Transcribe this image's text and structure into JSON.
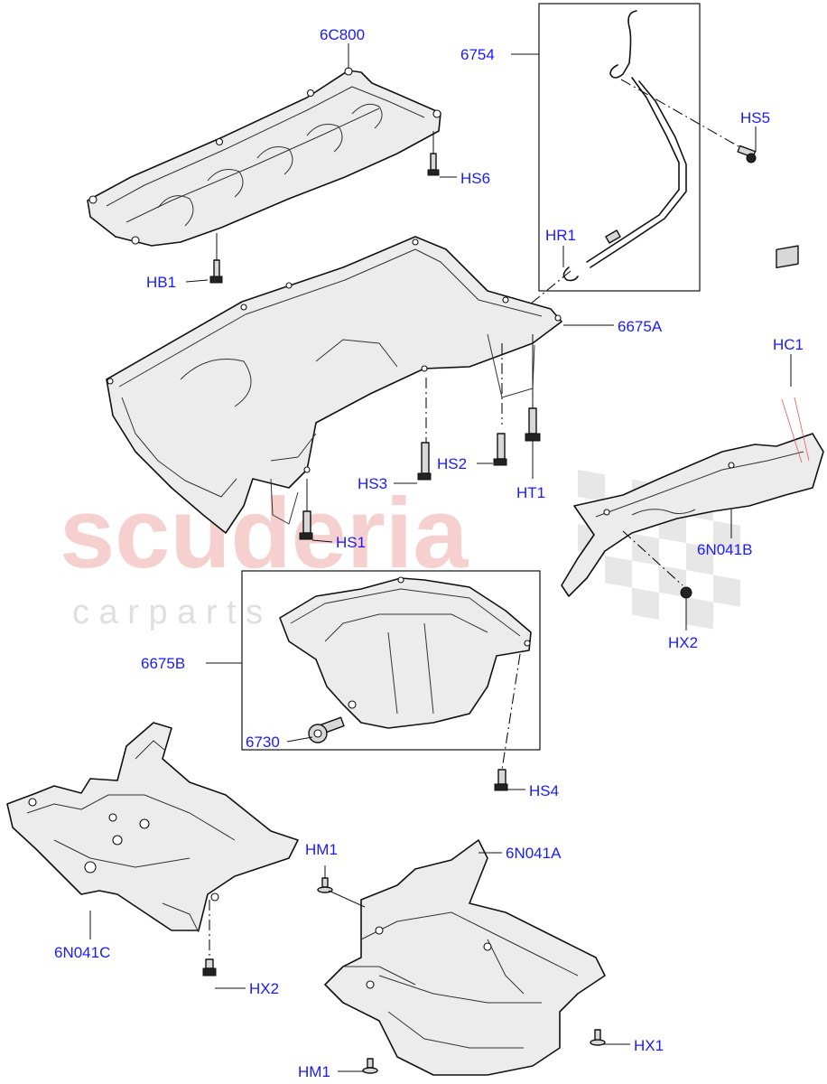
{
  "watermark": {
    "line1": "scuderia",
    "line2": "c a r   p a r t s",
    "color": "#f2b8b8"
  },
  "label_color": "#1a1aff",
  "labels": {
    "l6C800": "6C800",
    "l6754": "6754",
    "lHS5": "HS5",
    "lHS6": "HS6",
    "lHR1": "HR1",
    "lHB1": "HB1",
    "l6675A": "6675A",
    "lHC1": "HC1",
    "lHS2": "HS2",
    "lHS3": "HS3",
    "lHT1": "HT1",
    "lHS1": "HS1",
    "l6N041B": "6N041B",
    "lHX2a": "HX2",
    "l6675B": "6675B",
    "l6730": "6730",
    "lHS4": "HS4",
    "lHM1a": "HM1",
    "l6N041A": "6N041A",
    "l6N041C": "6N041C",
    "lHX2b": "HX2",
    "lHX1": "HX1",
    "lHM1b": "HM1"
  }
}
